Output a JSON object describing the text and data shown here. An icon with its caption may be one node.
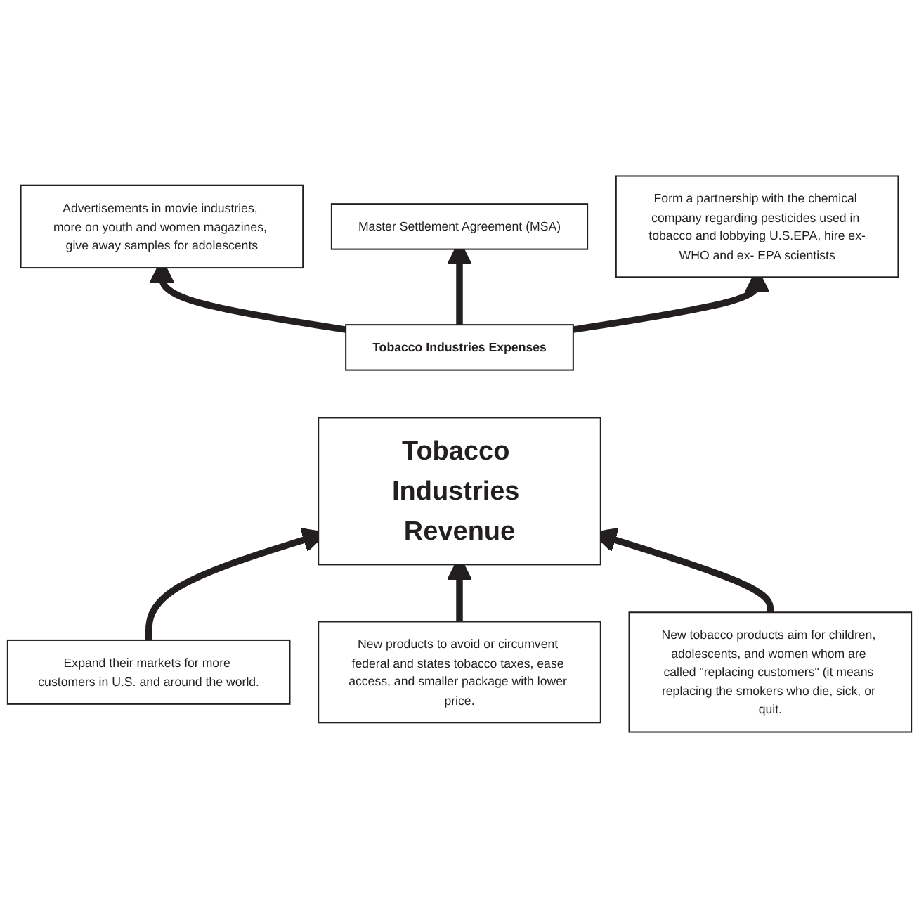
{
  "diagram": {
    "nodes": [
      {
        "text": [
          "Master Settlement Agreement (MSA)"
        ]
      },
      {
        "text": [
          "Advertisements in movie industries, more on youth and women magazines, give away samples for adolescents"
        ]
      },
      {
        "text": [
          "Form a partnership with the chemical company regarding pesticides used in tobacco and lobbying U.S.EPA, hire ex-WHO and ex- EPA scientists"
        ]
      },
      {
        "text": [
          "Tobacco Industries Expenses"
        ]
      },
      {
        "text": [
          "Tobacco Industries Revenue"
        ]
      },
      {
        "text": [
          "Expand their markets for more customers in U.S. and around the world."
        ]
      },
      {
        "text": [
          "New tobacco products aim for children, adolescents, and women whom are called \"replacing customers\" (it means replacing the smokers who die, sick, or quit."
        ]
      },
      {
        "text": [
          "New products to avoid or circumvent federal and states tobacco taxes, ease access, and smaller package with lower price."
        ]
      }
    ],
    "edges": [
      {
        "from": 3,
        "to": 1,
        "arrow": "to"
      },
      {
        "from": 3,
        "to": 0,
        "arrow": "to"
      },
      {
        "from": 3,
        "to": 2,
        "arrow": "to"
      },
      {
        "from": 5,
        "to": 4,
        "arrow": "to"
      },
      {
        "from": 7,
        "to": 4,
        "arrow": "to"
      },
      {
        "from": 6,
        "to": 4,
        "arrow": "to"
      }
    ]
  }
}
